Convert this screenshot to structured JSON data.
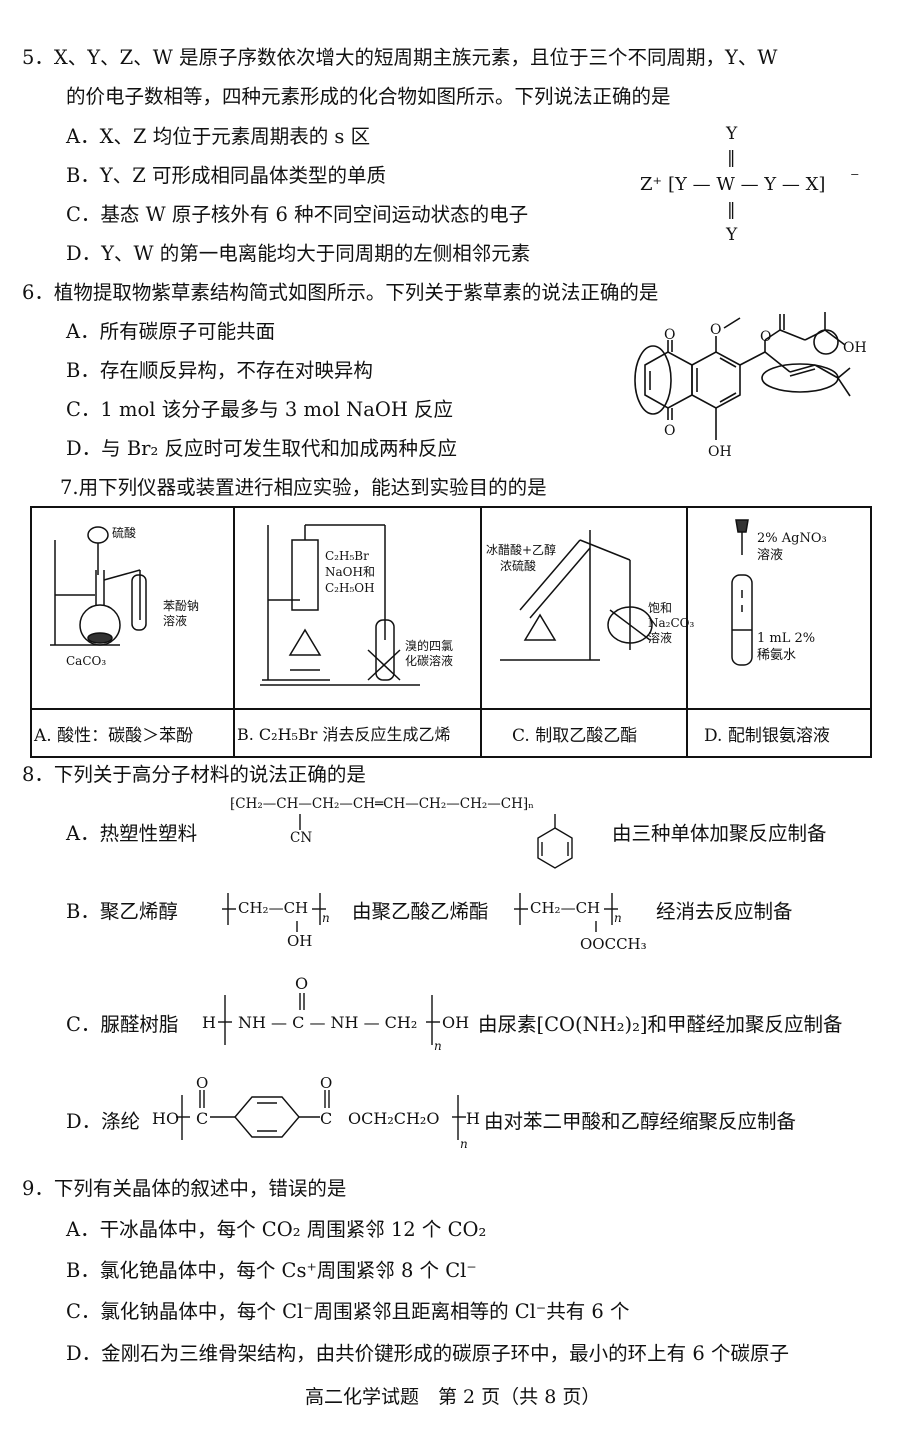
{
  "q5": {
    "stem1": "5．X、Y、Z、W 是原子序数依次增大的短周期主族元素，且位于三个不同周期，Y、W",
    "stem2": "的价电子数相等，四种元素形成的化合物如图所示。下列说法正确的是",
    "A": "A．X、Z 均位于元素周期表的 s 区",
    "B": "B．Y、Z 可形成相同晶体类型的单质",
    "C": "C．基态 W 原子核外有 6 种不同空间运动状态的电子",
    "D": "D．Y、W 的第一电离能均大于同周期的左侧相邻元素",
    "formula": {
      "top": "Y",
      "bottom": "Y",
      "cation": "Z⁺",
      "main": "[Y — W — Y — X]",
      "charge": "⁻",
      "dbl": "‖"
    }
  },
  "q6": {
    "stem": "6．植物提取物紫草素结构简式如图所示。下列关于紫草素的说法正确的是",
    "A": "A．所有碳原子可能共面",
    "B": "B．存在顺反异构，不存在对映异构",
    "C": "C．1 mol 该分子最多与 3 mol NaOH 反应",
    "D": "D．与 Br₂ 反应时可发生取代和加成两种反应",
    "labels": {
      "o1": "O",
      "o2": "O",
      "oh1": "OH",
      "oh2": "OH",
      "ome": "O",
      "o3": "O"
    }
  },
  "q7": {
    "stem": "7.用下列仪器或装置进行相应实验，能达到实验目的的是",
    "a_labels": {
      "acid": "硫酸",
      "solution": "苯酚钠",
      "solution2": "溶液",
      "caco3": "CaCO₃"
    },
    "b_labels": {
      "r1": "C₂H₅Br",
      "r2": "NaOH和",
      "r3": "C₂H₅OH",
      "tube": "溴的四氯",
      "tube2": "化碳溶液"
    },
    "c_labels": {
      "r1": "冰醋酸+乙醇",
      "r2": "浓硫酸",
      "t1": "饱和",
      "t2": "Na₂CO₃",
      "t3": "溶液"
    },
    "d_labels": {
      "r1": "2% AgNO₃",
      "r2": "溶液",
      "t1": "1 mL 2%",
      "t2": "稀氨水"
    },
    "captions": [
      "A. 酸性：碳酸＞苯酚",
      "B. C₂H₅Br 消去反应生成乙烯",
      "C. 制取乙酸乙酯",
      "D. 配制银氨溶液"
    ]
  },
  "q8": {
    "stem": "8．下列关于高分子材料的说法正确的是",
    "A_label": "A．热塑性塑料",
    "A_poly": "⁅CH₂—CH—CH₂—CH═CH—CH₂—CH₂—CH⁆ₙ",
    "A_cn": "CN",
    "A_text": "由三种单体加聚反应制备",
    "B_label": "B．聚乙烯醇",
    "B_poly1": "CH₂—CH",
    "B_oh": "OH",
    "B_mid": "由聚乙酸乙烯酯",
    "B_poly2": "CH₂—CH",
    "B_ooc": "OOCCH₃",
    "B_text": "经消去反应制备",
    "C_label": "C．脲醛树脂",
    "C_h": "H",
    "C_poly": "NH — C — NH — CH₂",
    "C_o": "O",
    "C_oh": "OH",
    "C_text": "由尿素[CO(NH₂)₂]和甲醛经加聚反应制备",
    "D_label": "D．涤纶",
    "D_ho": "HO",
    "D_c1": "C",
    "D_c2": "C",
    "D_o1": "O",
    "D_o2": "O",
    "D_och": "OCH₂CH₂O",
    "D_h": "H",
    "D_text": "由对苯二甲酸和乙醇经缩聚反应制备",
    "n": "n"
  },
  "q9": {
    "stem": "9．下列有关晶体的叙述中，错误的是",
    "A": "A．干冰晶体中，每个 CO₂ 周围紧邻 12 个 CO₂",
    "B": "B．氯化铯晶体中，每个 Cs⁺周围紧邻 8 个 Cl⁻",
    "C": "C．氯化钠晶体中，每个 Cl⁻周围紧邻且距离相等的 Cl⁻共有 6 个",
    "D": "D．金刚石为三维骨架结构，由共价键形成的碳原子环中，最小的环上有 6 个碳原子"
  },
  "footer": "高二化学试题　第 2 页（共 8 页）"
}
